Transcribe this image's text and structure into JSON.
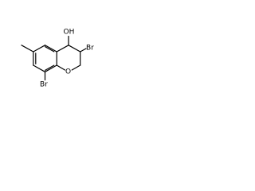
{
  "molecule": {
    "atoms": {
      "oh": "OH",
      "br_ring": "Br",
      "br_aryl": "Br",
      "o_ring": "O"
    }
  }
}
